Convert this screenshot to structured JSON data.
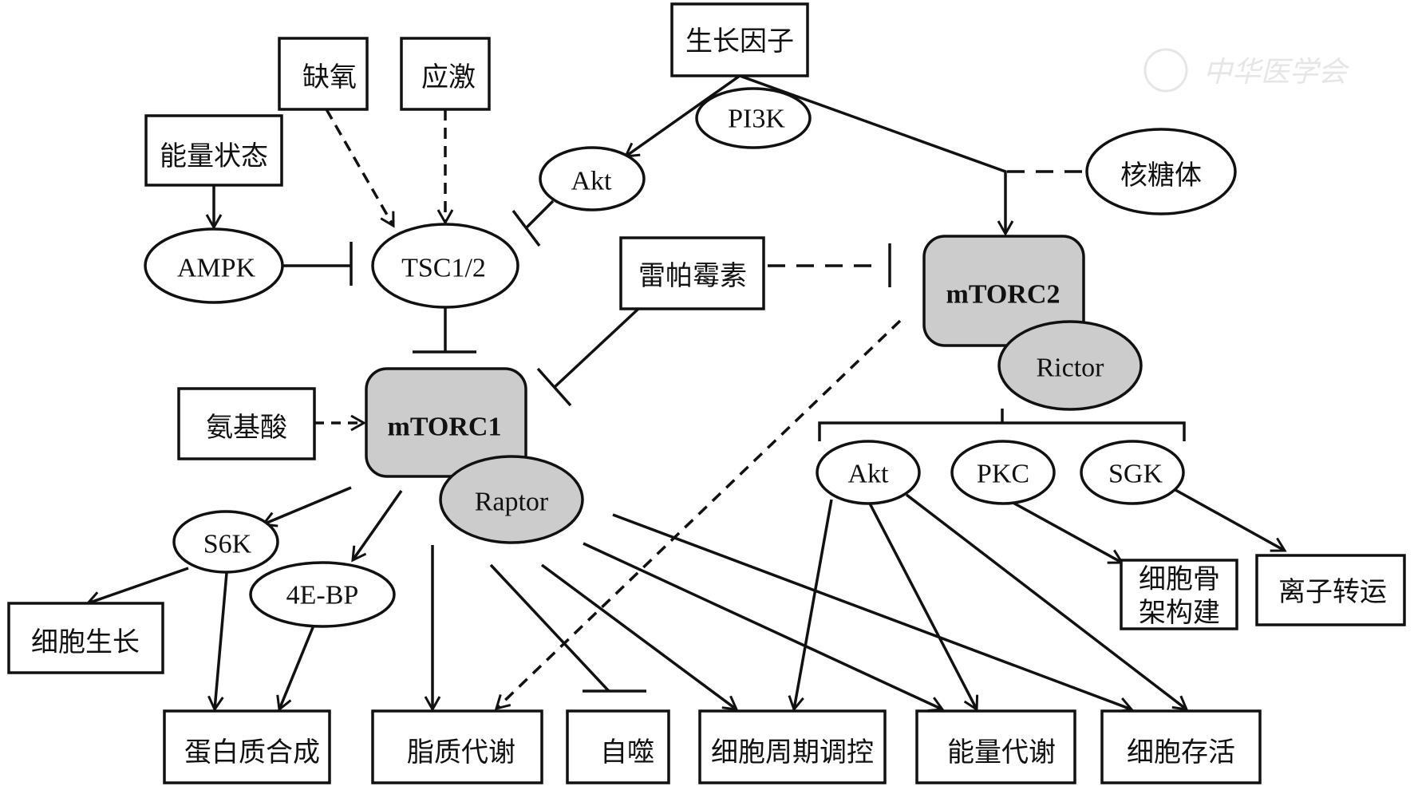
{
  "diagram": {
    "title": "mTOR signaling pathway",
    "watermark": "中华医学会",
    "colors": {
      "stroke": "#111111",
      "complex_fill": "#cccccc",
      "node_fill": "#ffffff",
      "watermark": "#e6e6e6"
    },
    "nodes": {
      "growth_factor": "生长因子",
      "hypoxia": "缺氧",
      "stress": "应激",
      "energy_status": "能量状态",
      "ampk": "AMPK",
      "tsc": "TSC1/2",
      "pi3k": "PI3K",
      "akt_upstream": "Akt",
      "ribosome": "核糖体",
      "rapamycin": "雷帕霉素",
      "mtorc1": "mTORC1",
      "raptor": "Raptor",
      "mtorc2": "mTORC2",
      "rictor": "Rictor",
      "amino_acids": "氨基酸",
      "s6k": "S6K",
      "eif4ebp": "4E-BP",
      "akt_downstream": "Akt",
      "pkc": "PKC",
      "sgk": "SGK",
      "cell_growth": "细胞生长",
      "protein_synthesis": "蛋白质合成",
      "lipid_metabolism": "脂质代谢",
      "autophagy": "自噬",
      "cell_cycle": "细胞周期调控",
      "energy_metabolism": "能量代谢",
      "cell_survival": "细胞存活",
      "cytoskeleton_line1": "细胞骨",
      "cytoskeleton_line2": "架构建",
      "ion_transport": "离子转运"
    },
    "edges": [
      {
        "from": "energy_status",
        "to": "ampk",
        "type": "activate"
      },
      {
        "from": "hypoxia",
        "to": "tsc",
        "type": "activate-dashed"
      },
      {
        "from": "stress",
        "to": "tsc",
        "type": "activate-dashed"
      },
      {
        "from": "ampk",
        "to": "tsc",
        "type": "inhibit"
      },
      {
        "from": "growth_factor",
        "to": "akt_upstream",
        "type": "activate",
        "via": "pi3k"
      },
      {
        "from": "growth_factor",
        "to": "mtorc2",
        "type": "activate"
      },
      {
        "from": "ribosome",
        "to": "mtorc2",
        "type": "association-dashed"
      },
      {
        "from": "akt_upstream",
        "to": "tsc",
        "type": "inhibit"
      },
      {
        "from": "tsc",
        "to": "mtorc1",
        "type": "inhibit"
      },
      {
        "from": "rapamycin",
        "to": "mtorc1",
        "type": "inhibit"
      },
      {
        "from": "rapamycin",
        "to": "mtorc2",
        "type": "inhibit-dashed"
      },
      {
        "from": "amino_acids",
        "to": "mtorc1",
        "type": "activate-dashed"
      },
      {
        "from": "mtorc1",
        "to": "s6k",
        "type": "activate"
      },
      {
        "from": "mtorc1",
        "to": "eif4ebp",
        "type": "activate"
      },
      {
        "from": "mtorc1",
        "to": "lipid_metabolism",
        "type": "activate"
      },
      {
        "from": "mtorc1",
        "to": "autophagy",
        "type": "inhibit"
      },
      {
        "from": "mtorc1",
        "to": "cell_cycle",
        "type": "activate"
      },
      {
        "from": "mtorc1",
        "to": "energy_metabolism",
        "type": "activate"
      },
      {
        "from": "mtorc1",
        "to": "cell_survival",
        "type": "activate"
      },
      {
        "from": "s6k",
        "to": "cell_growth",
        "type": "activate"
      },
      {
        "from": "s6k",
        "to": "protein_synthesis",
        "type": "activate"
      },
      {
        "from": "eif4ebp",
        "to": "protein_synthesis",
        "type": "activate"
      },
      {
        "from": "mtorc2",
        "to": "lipid_metabolism",
        "type": "activate-dashed"
      },
      {
        "from": "mtorc2",
        "to": "akt_downstream",
        "type": "activate"
      },
      {
        "from": "mtorc2",
        "to": "pkc",
        "type": "activate"
      },
      {
        "from": "mtorc2",
        "to": "sgk",
        "type": "activate"
      },
      {
        "from": "akt_downstream",
        "to": "cell_cycle",
        "type": "activate"
      },
      {
        "from": "akt_downstream",
        "to": "energy_metabolism",
        "type": "activate"
      },
      {
        "from": "akt_downstream",
        "to": "cell_survival",
        "type": "activate"
      },
      {
        "from": "pkc",
        "to": "cytoskeleton",
        "type": "activate"
      },
      {
        "from": "sgk",
        "to": "ion_transport",
        "type": "activate"
      }
    ]
  }
}
